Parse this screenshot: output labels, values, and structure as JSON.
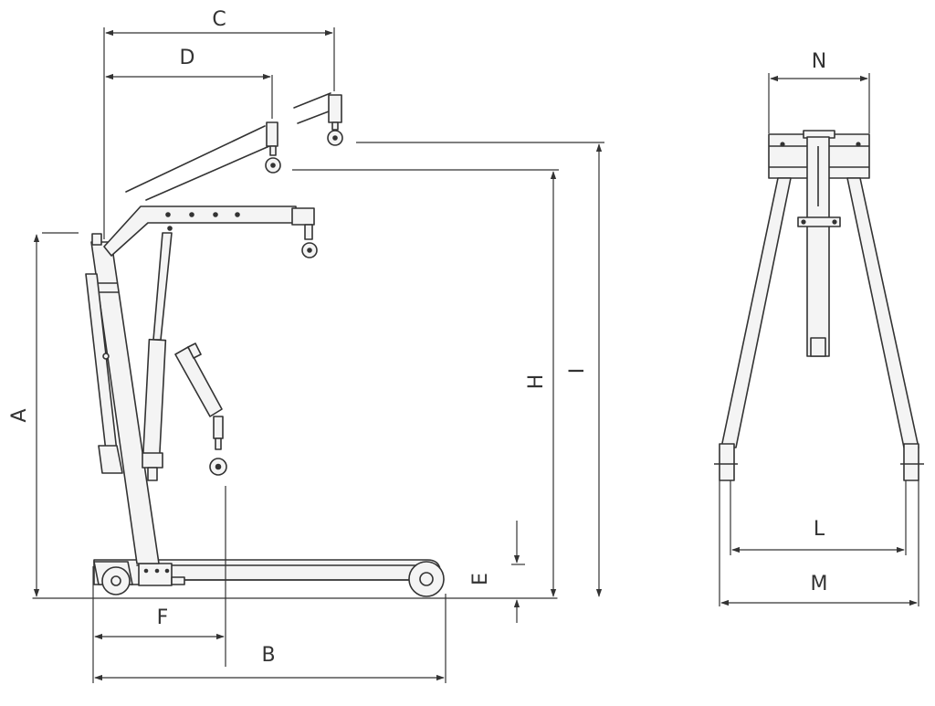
{
  "colors": {
    "line": "#333333",
    "fill": "#f4f4f4",
    "arrow": "#333333"
  },
  "labels": {
    "A": "A",
    "B": "B",
    "C": "C",
    "D": "D",
    "E": "E",
    "F": "F",
    "H": "H",
    "I": "I",
    "L": "L",
    "M": "M",
    "N": "N"
  }
}
